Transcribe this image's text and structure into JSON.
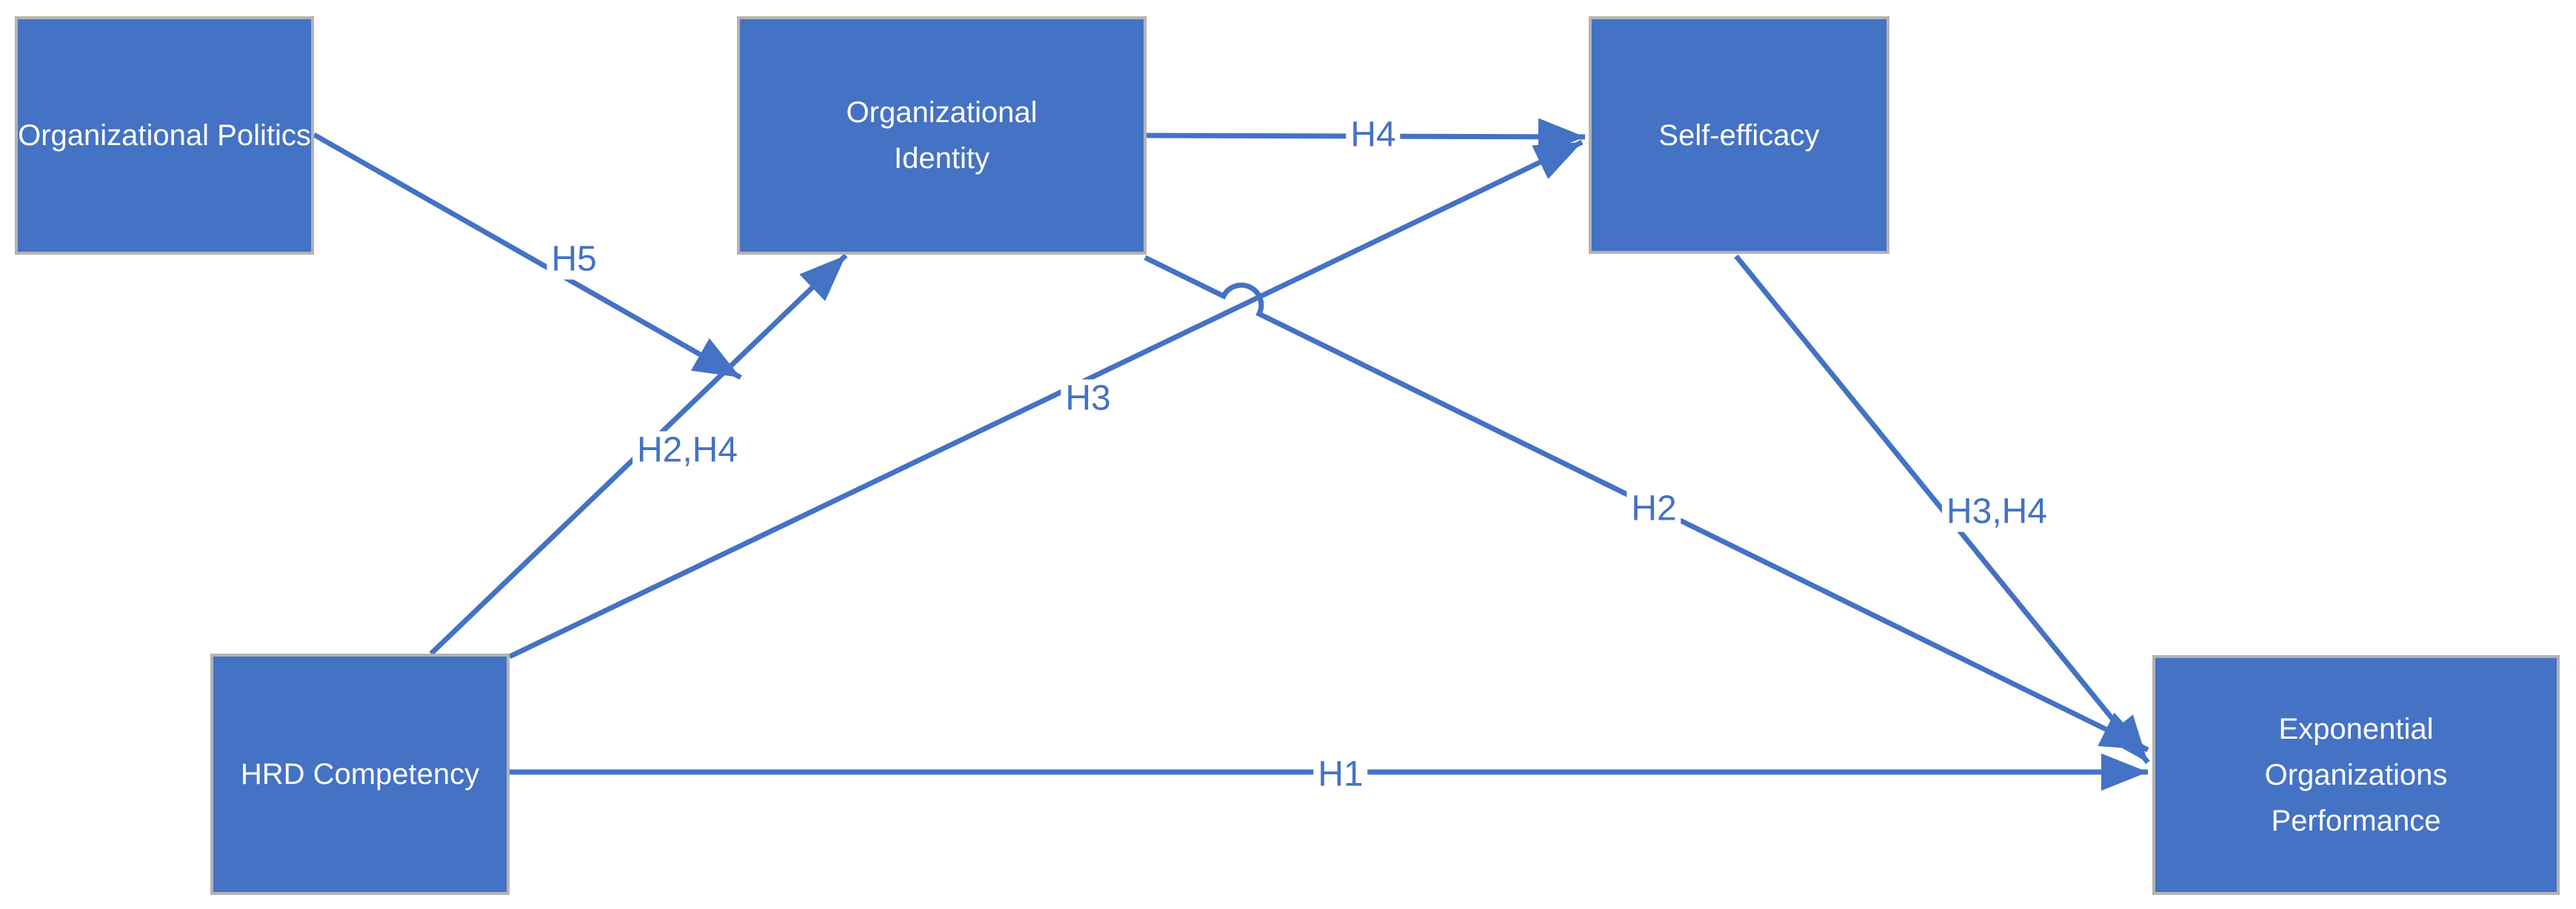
{
  "diagram": {
    "background_color": "#ffffff",
    "accent_color": "#4472C4",
    "box_fill_color": "#4472C4",
    "box_border_color": "#b3b3b3",
    "box_text_color": "#ffffff",
    "edge_color": "#4472C4",
    "edge_label_color": "#4472C4",
    "nodes": [
      {
        "id": "organizational-politics",
        "label": "Organizational Politics"
      },
      {
        "id": "organizational-identity",
        "label": "Organizational\nIdentity"
      },
      {
        "id": "self-efficacy",
        "label": "Self-efficacy"
      },
      {
        "id": "hrd-competency",
        "label": "HRD Competency"
      },
      {
        "id": "exponential-organizations-performance",
        "label": "Exponential\nOrganizations\nPerformance"
      }
    ],
    "edges": [
      {
        "id": "h5",
        "label": "H5",
        "from": "organizational-politics",
        "to": "hrd-competency-to-organizational-identity-arrow"
      },
      {
        "id": "h2h4",
        "label": "H2,H4",
        "from": "hrd-competency",
        "to": "organizational-identity"
      },
      {
        "id": "h4",
        "label": "H4",
        "from": "organizational-identity",
        "to": "self-efficacy"
      },
      {
        "id": "h3",
        "label": "H3",
        "from": "hrd-competency",
        "to": "self-efficacy"
      },
      {
        "id": "h2",
        "label": "H2",
        "from": "organizational-identity",
        "to": "exponential-organizations-performance"
      },
      {
        "id": "h3h4",
        "label": "H3,H4",
        "from": "self-efficacy",
        "to": "exponential-organizations-performance"
      },
      {
        "id": "h1",
        "label": "H1",
        "from": "hrd-competency",
        "to": "exponential-organizations-performance"
      }
    ]
  }
}
